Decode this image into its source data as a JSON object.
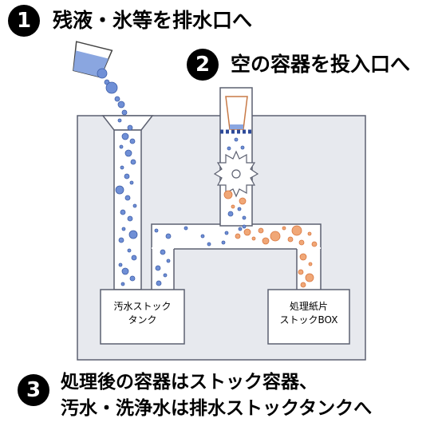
{
  "steps": [
    {
      "number": "1",
      "text": "残液・氷等を排水口へ"
    },
    {
      "number": "2",
      "text": "空の容器を投入口へ"
    },
    {
      "number": "3",
      "line1": "処理後の容器はストック容器、",
      "line2": "汚水・洗浄水は排水ストックタンクへ"
    }
  ],
  "boxes": {
    "wastewater_tank": {
      "line1": "汚水ストック",
      "line2": "タンク"
    },
    "paper_box": {
      "line1": "処理紙片",
      "line2": "ストックBOX"
    }
  },
  "colors": {
    "machine_fill": "#e7e9ee",
    "machine_stroke": "#5c6070",
    "bubble_blue": "#6f8fd6",
    "bubble_blue_edge": "#3f5fa8",
    "bubble_orange": "#f0a777",
    "bubble_orange_edge": "#d9773f",
    "cup_blue": "#8aa6e0",
    "cup_stroke": "#444444"
  }
}
